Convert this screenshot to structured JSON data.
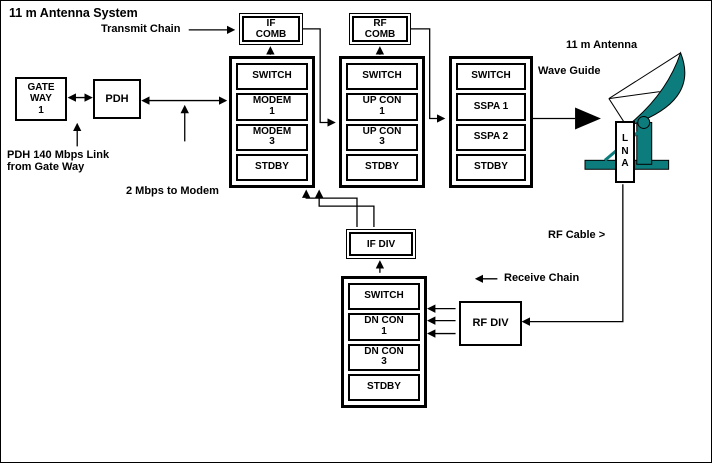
{
  "title": "11 m Antenna System",
  "colors": {
    "antenna": "#0d7c7c",
    "line": "#000000"
  },
  "labels": {
    "transmit_chain": "Transmit Chain",
    "receive_chain": "Receive Chain",
    "antenna_name": "11 m Antenna",
    "wave_guide": "Wave Guide",
    "pdh_link": "PDH 140 Mbps Link\nfrom Gate Way",
    "modem_rate": "2 Mbps to Modem",
    "rf_cable": "RF Cable >"
  },
  "boxes": {
    "gateway": "GATE\nWAY\n1",
    "pdh": "PDH",
    "if_comb": "IF\nCOMB",
    "rf_comb": "RF\nCOMB",
    "if_div": "IF DIV",
    "rf_div": "RF DIV",
    "lna": "L\nN\nA"
  },
  "stacks": {
    "modem": [
      "SWITCH",
      "MODEM\n1",
      "MODEM\n3",
      "STDBY"
    ],
    "upcon": [
      "SWITCH",
      "UP CON\n1",
      "UP CON\n3",
      "STDBY"
    ],
    "sspa": [
      "SWITCH",
      "SSPA 1",
      "SSPA 2",
      "STDBY"
    ],
    "dncon": [
      "SWITCH",
      "DN CON\n1",
      "DN CON\n3",
      "STDBY"
    ]
  }
}
